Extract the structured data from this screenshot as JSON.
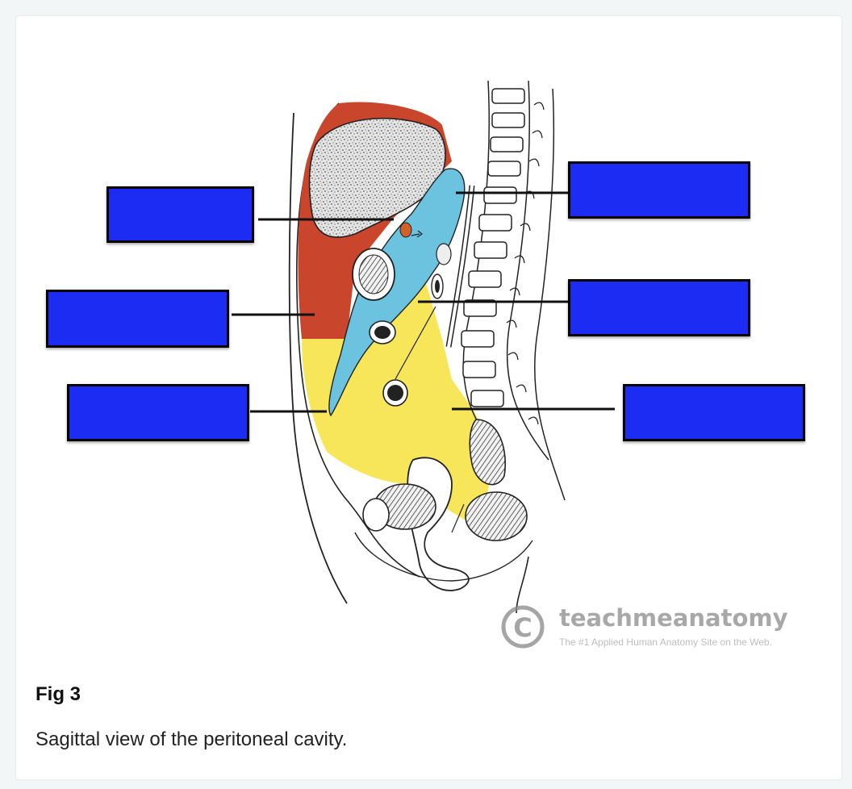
{
  "figure": {
    "watermark": {
      "name": "teachmeanatomy",
      "tagline": "The #1 Applied Human Anatomy Site on the Web.",
      "symbol": "©"
    },
    "label_count": 6,
    "colors": {
      "label_fill": "#1d2cf2",
      "region_red": "#c9452b",
      "region_blue": "#6cc3e0",
      "region_yellow": "#f7e65a",
      "liver_fill": "#dcdcdc"
    }
  },
  "caption": {
    "title": "Fig 3",
    "text": "Sagittal view of the peritoneal cavity."
  }
}
